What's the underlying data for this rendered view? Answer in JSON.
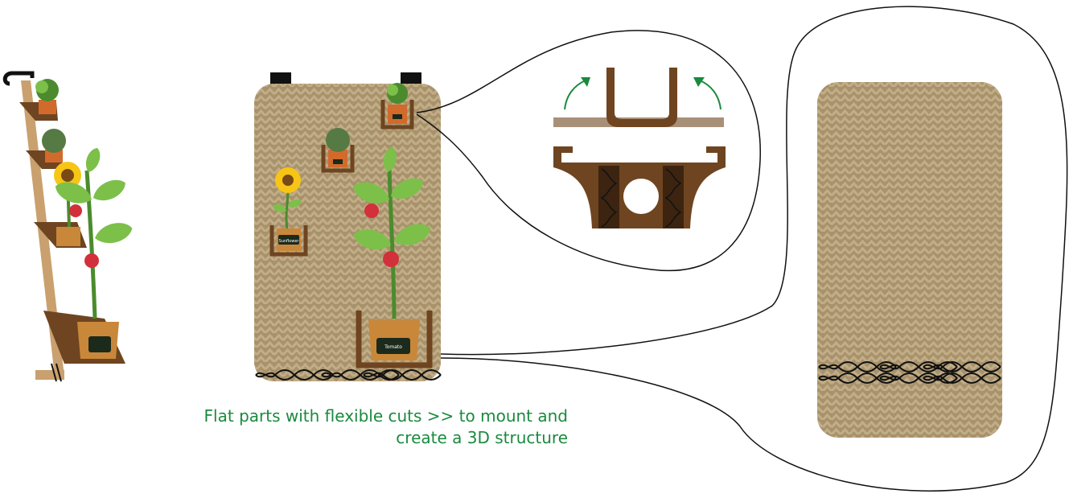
{
  "caption": {
    "line1": "Flat parts with flexible cuts >> to mount and",
    "line2": "create a 3D structure",
    "color": "#1a8a3e"
  },
  "labels": {
    "tomato": "Tomato",
    "sunflower": "Sunflower"
  },
  "colors": {
    "board": "#a8926c",
    "board_pattern": "#c1ad87",
    "wood_dark": "#6e4520",
    "wood_light": "#c9a06e",
    "leaf": "#7cc04a",
    "leaf_dark": "#4b8b2d",
    "pot": "#d26a2c",
    "tomato_red": "#d2303a",
    "sunflower_yellow": "#f6c516",
    "arrow_green": "#1a8a3e",
    "outline": "#111111"
  },
  "icons": [
    "weave-pattern",
    "lace-knot-icon",
    "hanger-hook-icon",
    "curved-arrow-icon",
    "sunflower-icon",
    "tomato-plant-icon"
  ]
}
